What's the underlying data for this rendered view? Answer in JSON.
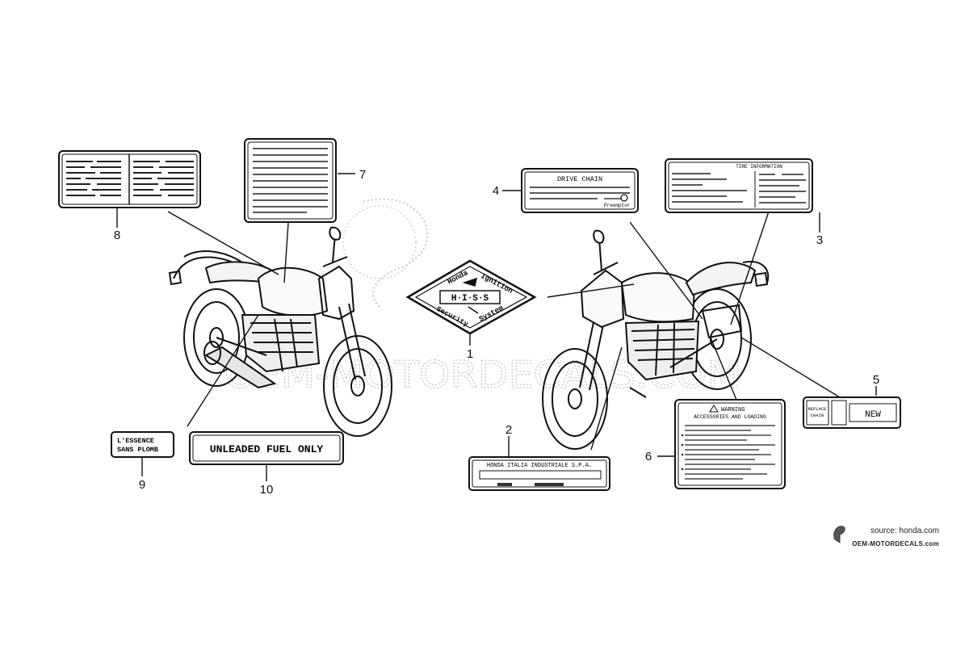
{
  "labels": {
    "drive_chain": {
      "title": "DRIVE CHAIN",
      "footer": "Preemptor"
    },
    "tire_info": {
      "title": "TIRE INFORMATION"
    },
    "hiss": {
      "line1": "Honda",
      "line2": "Ignition",
      "line3": "H·I·S·S",
      "line4": "Security",
      "line5": "System"
    },
    "italia": {
      "text": "HONDA ITALIA INDUSTRIALE S.P.A."
    },
    "warning": {
      "title": "WARNING",
      "subtitle": "ACCESSORIES AND LOADING"
    },
    "chain_replace": {
      "replace": "REPLACE",
      "chain": "CHAIN",
      "new": "NEW"
    },
    "essence": {
      "line1": "L'ESSENCE",
      "line2": "SANS PLOMB"
    },
    "unleaded": {
      "text": "UNLEADED FUEL ONLY"
    }
  },
  "callouts": {
    "c1": "1",
    "c2": "2",
    "c3": "3",
    "c4": "4",
    "c5": "5",
    "c6": "6",
    "c7": "7",
    "c8": "8",
    "c9": "9",
    "c10": "10"
  },
  "watermark": {
    "text": "OEM-MOTORDECALS.COM"
  },
  "source": {
    "caption": "source: honda.com",
    "site": "OEM-MOTORDECALS.com"
  }
}
